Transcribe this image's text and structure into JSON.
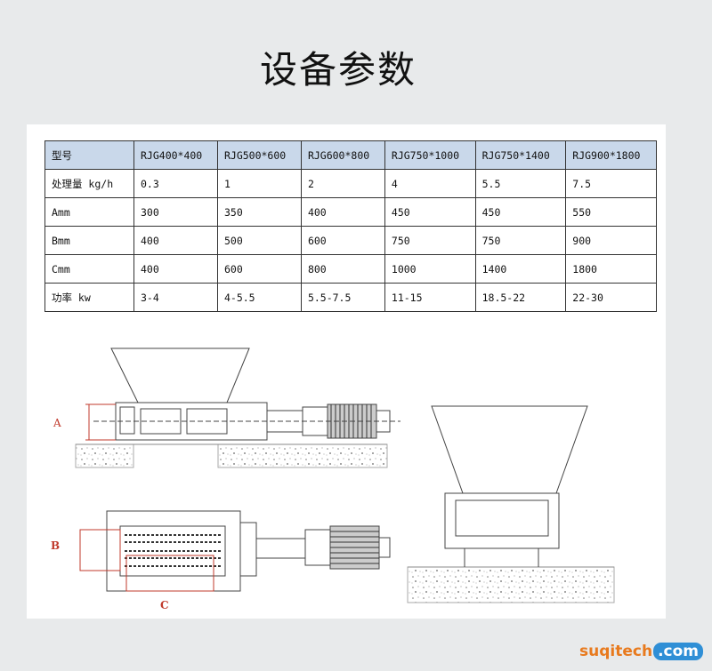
{
  "page": {
    "title": "设备参数"
  },
  "table": {
    "headers": [
      "型号",
      "RJG400*400",
      "RJG500*600",
      "RJG600*800",
      "RJG750*1000",
      "RJG750*1400",
      "RJG900*1800"
    ],
    "rows": [
      [
        "处理量 kg/h",
        "0.3",
        "1",
        "2",
        "4",
        "5.5",
        "7.5"
      ],
      [
        "Amm",
        "300",
        "350",
        "400",
        "450",
        "450",
        "550"
      ],
      [
        "Bmm",
        "400",
        "500",
        "600",
        "750",
        "750",
        "900"
      ],
      [
        "Cmm",
        "400",
        "600",
        "800",
        "1000",
        "1400",
        "1800"
      ],
      [
        "功率 kw",
        "3-4",
        "4-5.5",
        "5.5-7.5",
        "11-15",
        "18.5-22",
        "22-30"
      ]
    ]
  },
  "drawing": {
    "label_a": "A",
    "label_b": "B",
    "label_c": "C"
  },
  "watermark": {
    "site": "suqitech",
    "suffix": ".com"
  },
  "colors": {
    "header_bg": "#c9d8ea",
    "dimension_red": "#c0392b",
    "page_bg": "#e8eaeb"
  }
}
